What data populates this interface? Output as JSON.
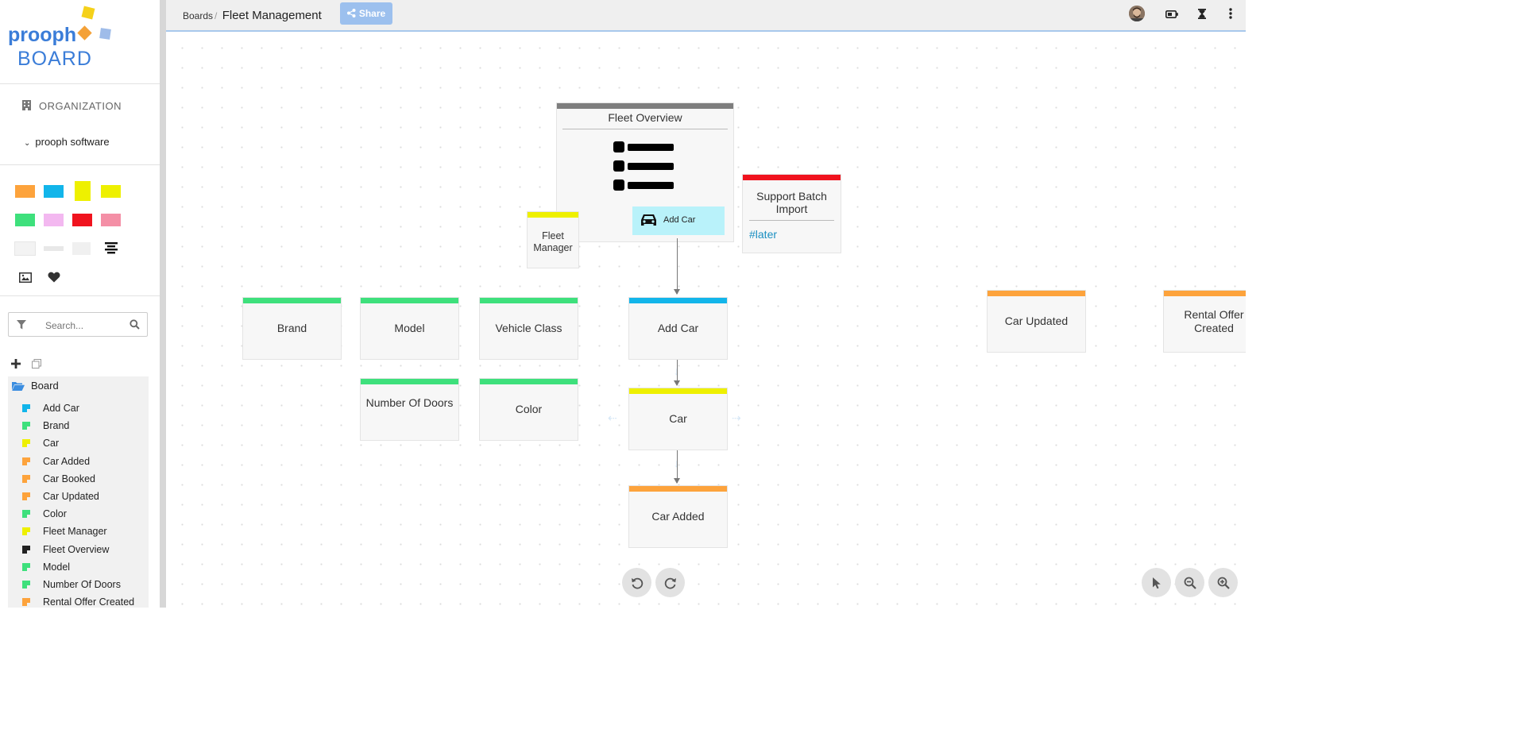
{
  "app": {
    "logo_line1": "prooph",
    "logo_line2": "BOARD"
  },
  "sidebar": {
    "organization_label": "ORGANIZATION",
    "team_name": "prooph software",
    "search_placeholder": "Search...",
    "tree_root": "Board",
    "tree_items": [
      {
        "label": "Add Car",
        "color": "#12b5ea"
      },
      {
        "label": "Brand",
        "color": "#3ee07c"
      },
      {
        "label": "Car",
        "color": "#eef000"
      },
      {
        "label": "Car Added",
        "color": "#fda33c"
      },
      {
        "label": "Car Booked",
        "color": "#fda33c"
      },
      {
        "label": "Car Updated",
        "color": "#fda33c"
      },
      {
        "label": "Color",
        "color": "#3ee07c"
      },
      {
        "label": "Fleet Manager",
        "color": "#eef000"
      },
      {
        "label": "Fleet Overview",
        "color": "#222222"
      },
      {
        "label": "Model",
        "color": "#3ee07c"
      },
      {
        "label": "Number Of Doors",
        "color": "#3ee07c"
      },
      {
        "label": "Rental Offer Created",
        "color": "#fda33c"
      }
    ]
  },
  "palette_colors": {
    "event": "#fda33c",
    "command": "#12b5ea",
    "aggregate": "#eef000",
    "role": "#eef000",
    "document": "#3ee07c",
    "policy": "#f3b8f0",
    "hotspot": "#f0131e",
    "external": "#f48fa6"
  },
  "header": {
    "breadcrumb_root": "Boards",
    "board_name": "Fleet Management",
    "share_label": "Share"
  },
  "board": {
    "ui_card": {
      "title": "Fleet Overview",
      "button_label": "Add Car"
    },
    "fleet_manager": "Fleet Manager",
    "hotspot": {
      "title": "Support Batch Import",
      "tag": "#later"
    },
    "brand": "Brand",
    "model": "Model",
    "vehicle_class": "Vehicle Class",
    "add_car": "Add Car",
    "car_updated": "Car Updated",
    "rental_offer_created": "Rental Offer Created",
    "number_of_doors": "Number Of Doors",
    "color": "Color",
    "car": "Car",
    "car_added": "Car Added"
  }
}
